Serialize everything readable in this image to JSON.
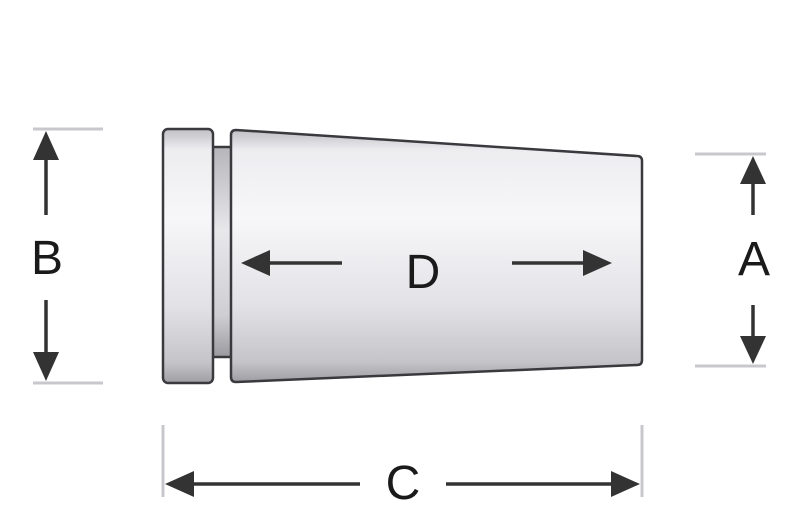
{
  "labels": {
    "A": "A",
    "B": "B",
    "C": "C",
    "D": "D"
  },
  "colors": {
    "background": "#ffffff",
    "outline": "#3a3a3e",
    "dimension_line": "#333333",
    "extension_line": "#c8c8cc",
    "body_light": "#f6f6f8",
    "body_mid": "#dcdce0",
    "body_dark": "#a9a9ae"
  }
}
